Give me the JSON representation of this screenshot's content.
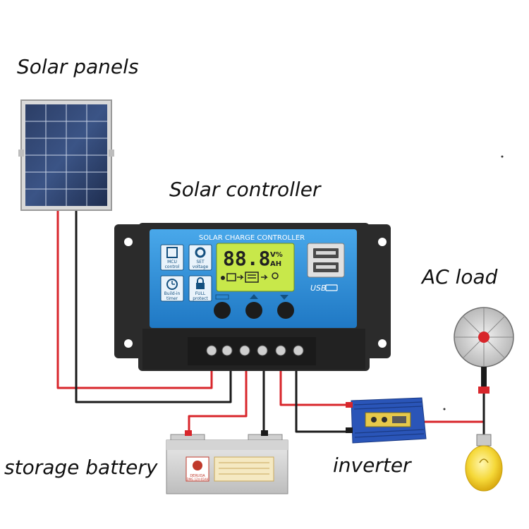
{
  "labels": {
    "solar_panels": "Solar panels",
    "solar_controller": "Solar controller",
    "ac_load": "AC load",
    "storage_battery": "storage battery",
    "inverter": "inverter"
  },
  "controller": {
    "header": "SOLAR CHARGE CONTROLLER",
    "lcd_digits": "88.8",
    "lcd_unit_top": "V%",
    "lcd_unit_bottom": "AH",
    "btn_mcu_line1": "MCU",
    "btn_mcu_line2": "control",
    "btn_set_line1": "SET",
    "btn_set_line2": "voltage",
    "btn_timer_line1": "Build-in",
    "btn_timer_line2": "timer",
    "btn_full_line1": "FULL",
    "btn_full_line2": "protect",
    "usb_label": "USB"
  },
  "battery": {
    "brand": "DERUDA",
    "model": "DMG 12V-65AH"
  },
  "colors": {
    "wire_red": "#d8262b",
    "wire_black": "#1a1a1a",
    "controller_body": "#2b2b2b",
    "controller_panel": "#2d8fd6",
    "lcd": "#c8e84a",
    "inverter": "#2a55b8"
  }
}
